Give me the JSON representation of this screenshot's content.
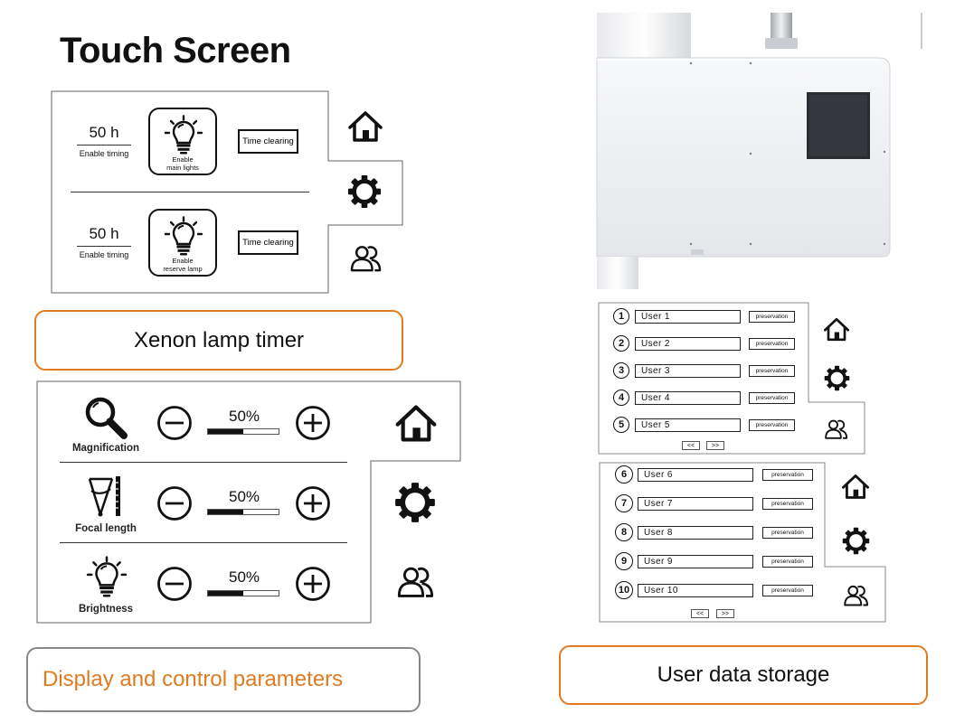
{
  "title": "Touch Screen",
  "xenon_timer": {
    "caption": "Xenon lamp timer",
    "rows": [
      {
        "hours": "50 h",
        "timing_label": "Enable timing",
        "lamp_label_1": "Enable",
        "lamp_label_2": "main lights",
        "clear_label": "Time clearing"
      },
      {
        "hours": "50 h",
        "timing_label": "Enable timing",
        "lamp_label_1": "Enable",
        "lamp_label_2": "reserve lamp",
        "clear_label": "Time clearing"
      }
    ]
  },
  "display_params": {
    "caption": "Display and control parameters",
    "rows": [
      {
        "label": "Magnification",
        "percent_text": "50%",
        "value": 0.5
      },
      {
        "label": "Focal length",
        "percent_text": "50%",
        "value": 0.5
      },
      {
        "label": "Brightness",
        "percent_text": "50%",
        "value": 0.5
      }
    ]
  },
  "user_storage": {
    "caption": "User data storage",
    "save_label": "preservation",
    "prev_label": "<<",
    "next_label": ">>",
    "page1": [
      {
        "num": "1",
        "name": "User 1"
      },
      {
        "num": "2",
        "name": "User 2"
      },
      {
        "num": "3",
        "name": "User 3"
      },
      {
        "num": "4",
        "name": "User 4"
      },
      {
        "num": "5",
        "name": "User 5"
      }
    ],
    "page2": [
      {
        "num": "6",
        "name": "User 6"
      },
      {
        "num": "7",
        "name": "User 7"
      },
      {
        "num": "8",
        "name": "User 8"
      },
      {
        "num": "9",
        "name": "User 9"
      },
      {
        "num": "10",
        "name": "User 10"
      }
    ]
  },
  "icons": {
    "home": "home-icon",
    "settings": "gear-icon",
    "users": "users-icon",
    "lamp": "lightbulb-icon",
    "magnify": "magnifier-icon",
    "focal": "focal-length-icon",
    "minus": "minus-circle-icon",
    "plus": "plus-circle-icon"
  },
  "colors": {
    "accent": "#e07b22",
    "caption_gray_border": "#888888",
    "device_body": "#f2f3f5",
    "device_screen": "#2a2c31"
  }
}
